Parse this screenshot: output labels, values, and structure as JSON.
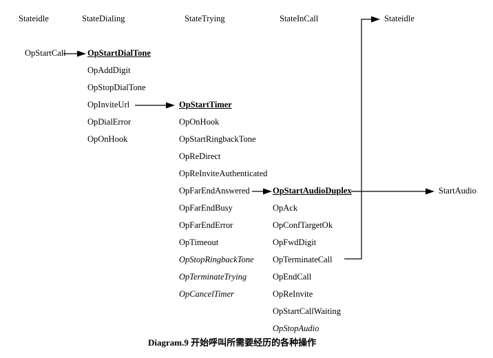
{
  "colors": {
    "ink": "#000000",
    "background": "#ffffff"
  },
  "caption": "Diagram.9 开始呼叫所需要经历的各种操作",
  "columns": {
    "idle": {
      "header": "Stateidle",
      "items": [
        "OpStartCall"
      ]
    },
    "dialing": {
      "header": "StateDialing",
      "items": [
        "OpStartDialTone",
        "OpAddDigit",
        "OpStopDialTone",
        "OpInviteUrl",
        "OpDialError",
        "OpOnHook"
      ]
    },
    "trying": {
      "header": "StateTrying",
      "items": [
        "OpStartTimer",
        "OpOnHook",
        "OpStartRingbackTone",
        "OpReDirect",
        "OpReInviteAuthenticated",
        "OpFarEndAnswered",
        "OpFarEndBusy",
        "OpFarEndError",
        "OpTimeout",
        "OpStopRingbackTone",
        "OpTerminateTrying",
        "OpCancelTimer"
      ]
    },
    "incall": {
      "header": "StateInCall",
      "items": [
        "OpStartAudioDuplex",
        "OpAck",
        "OpConfTargetOk",
        "OpFwdDigit",
        "OpTerminateCall",
        "OpEndCall",
        "OpReInvite",
        "OpStartCallWaiting",
        "OpStopAudio"
      ]
    },
    "result": {
      "header": "Stateidle",
      "item": "StartAudio"
    }
  },
  "arrows": [
    {
      "from": "OpStartCall",
      "to": "OpStartDialTone"
    },
    {
      "from": "OpInviteUrl",
      "to": "OpStartTimer"
    },
    {
      "from": "OpFarEndAnswered",
      "to": "OpStartAudioDuplex"
    },
    {
      "from": "OpStartAudioDuplex",
      "to": "StartAudio"
    },
    {
      "from": "OpTerminateCall",
      "to": "Stateidle"
    }
  ]
}
